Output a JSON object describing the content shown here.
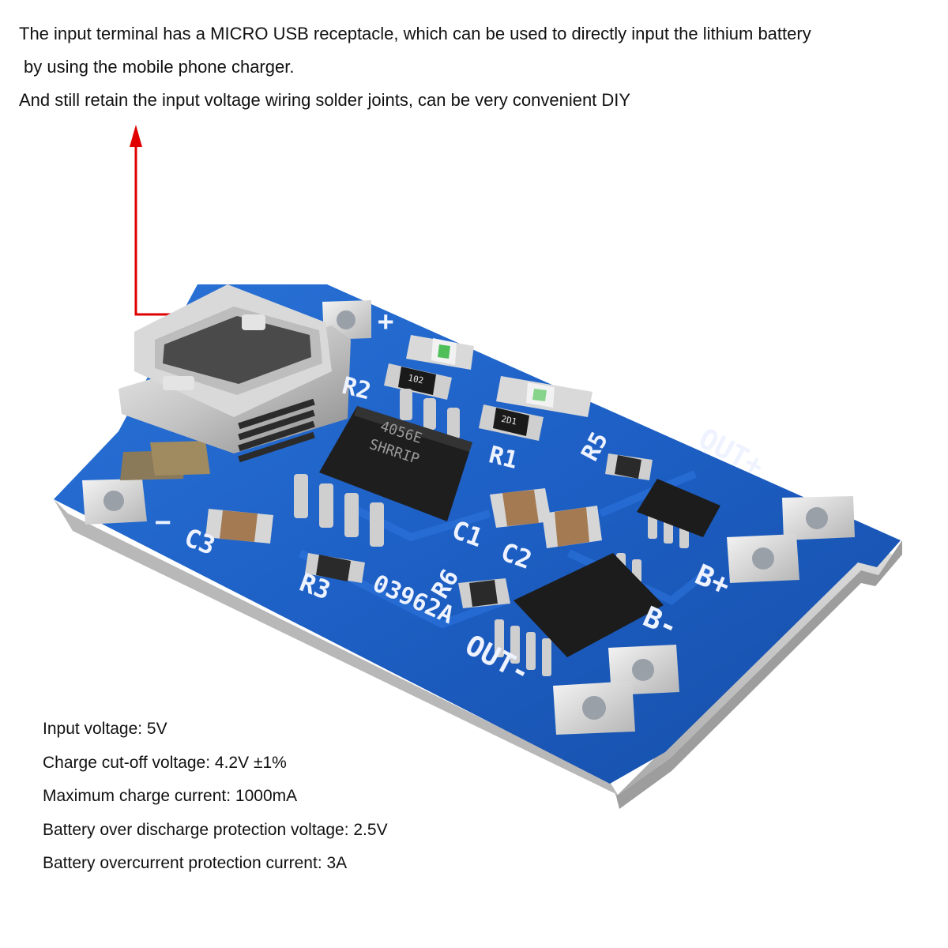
{
  "description": {
    "line1": "The input terminal has a MICRO USB receptacle, which can be used to directly input the lithium battery",
    "line2": "by using the mobile phone charger.",
    "line3": "And still retain the input voltage wiring solder joints, can be very convenient DIY"
  },
  "specs": {
    "input_voltage": "Input voltage: 5V",
    "cutoff_voltage": "Charge cut-off voltage: 4.2V ±1%",
    "max_current": "Maximum charge current: 1000mA",
    "over_discharge": "Battery over discharge protection voltage: 2.5V",
    "overcurrent": "Battery overcurrent protection current: 3A"
  },
  "board": {
    "silkscreen": {
      "plus": "+",
      "minus": "−",
      "r1": "R1",
      "r2": "R2",
      "r3": "R3",
      "r5": "R5",
      "r6": "R6",
      "c1": "C1",
      "c2": "C2",
      "c3": "C3",
      "out_plus": "OUT+",
      "out_minus": "OUT-",
      "b_plus": "B+",
      "b_minus": "B-",
      "board_code": "03962A"
    },
    "chip_marking": {
      "line1": "4056E",
      "line2": "SHRRIP"
    },
    "resistor_codes": {
      "r2": "102",
      "r1": "2D1"
    },
    "colors": {
      "pcb": "#1d5fc4",
      "pcb_edge": "#c9c9c9",
      "arrow": "#e00000",
      "usb_metal": "#c8c8c8",
      "chip": "#1e1e1e",
      "led": "#4fbf5a"
    }
  }
}
